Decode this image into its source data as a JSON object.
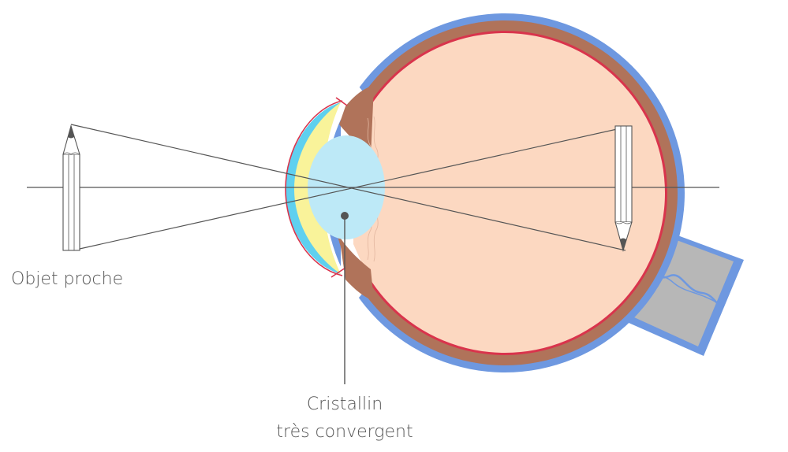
{
  "labels": {
    "object": "Objet proche",
    "lens_line1": "Cristallin",
    "lens_line2": "très convergent"
  },
  "colors": {
    "sclera_outer": "#6e98e0",
    "choroid": "#b0735a",
    "retina": "#d9344c",
    "vitreous": "#fcd8c1",
    "cornea": "#5fd0ef",
    "aqueous": "#f9f39a",
    "lens": "#bde9f7",
    "optic_nerve": "#b7b7b7",
    "ray": "#555555",
    "text": "#555555"
  }
}
